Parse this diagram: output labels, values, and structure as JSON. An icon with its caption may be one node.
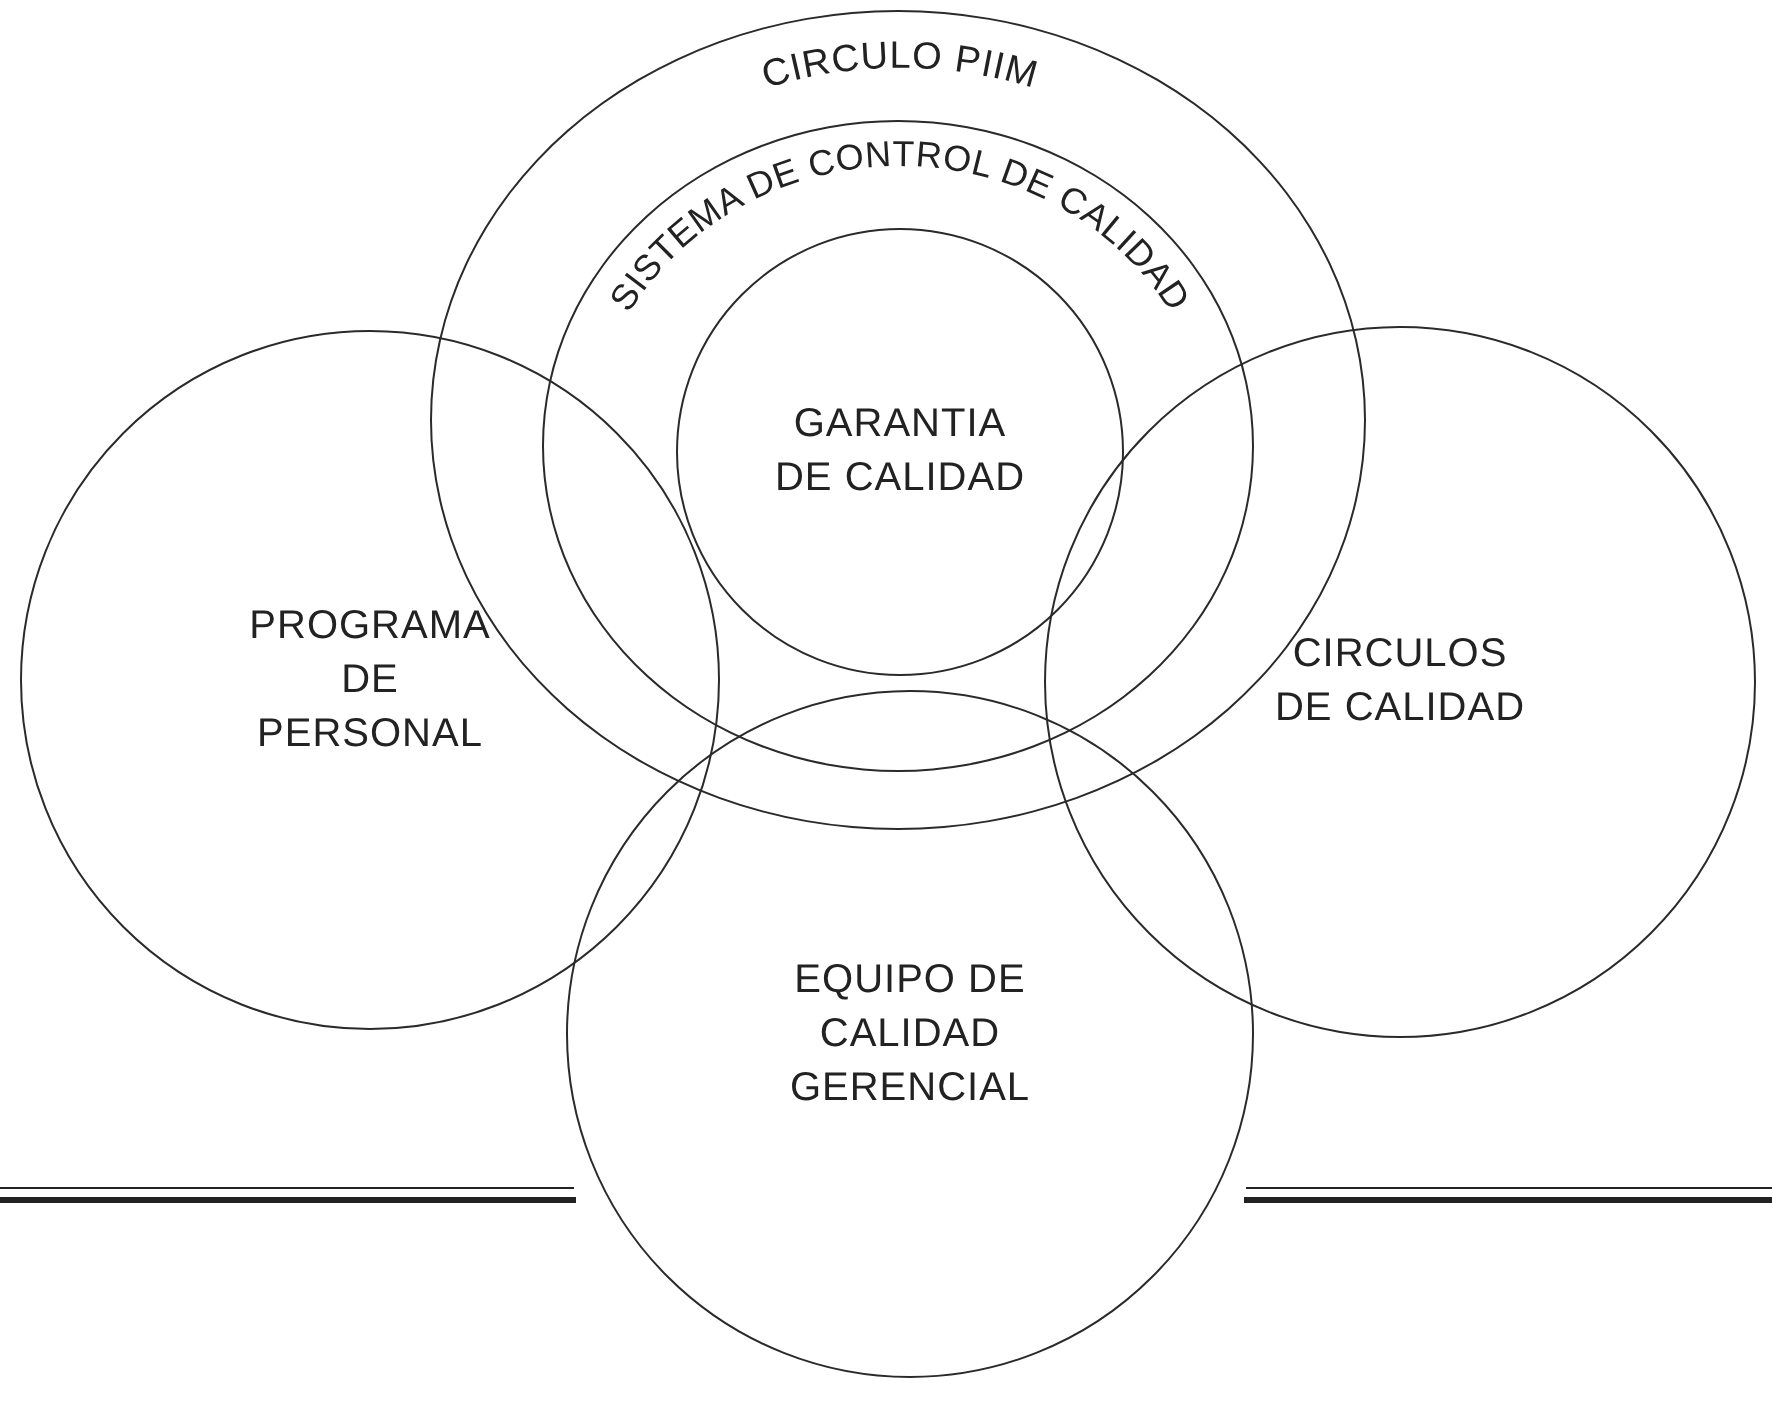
{
  "diagram": {
    "nodes": [
      {
        "text": [
          "CIRCULO PIIM"
        ]
      },
      {
        "text": [
          "SISTEMA DE CONTROL DE CALIDAD"
        ],
        "in": 0
      },
      {
        "text": [
          "GARANTIA DE CALIDAD"
        ],
        "in": 1
      },
      {
        "text": [
          "PROGRAMA DE PERSONAL"
        ]
      },
      {
        "text": [
          "CIRCULOS DE CALIDAD"
        ]
      },
      {
        "text": [
          "EQUIPO DE CALIDAD GERENCIAL"
        ]
      }
    ]
  }
}
